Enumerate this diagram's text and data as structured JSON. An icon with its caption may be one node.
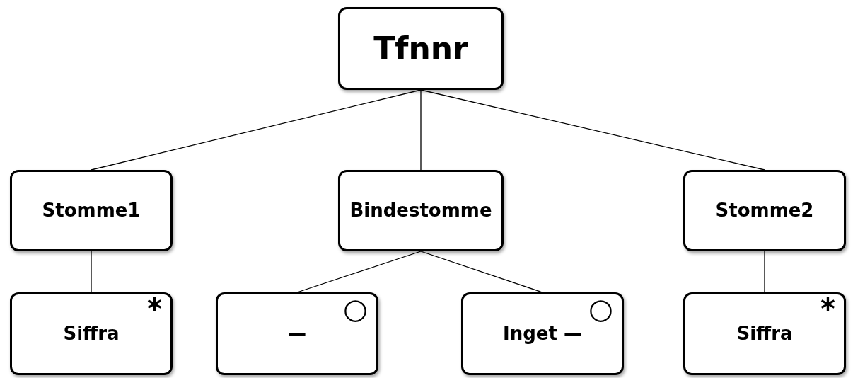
{
  "diagram": {
    "nodes": [
      {
        "text": [
          "Tfnnr"
        ]
      },
      {
        "text": [
          "Stomme1"
        ]
      },
      {
        "text": [
          "Bindestomme"
        ]
      },
      {
        "text": [
          "Stomme2"
        ]
      },
      {
        "text": [
          "Siffra",
          "*"
        ]
      },
      {
        "text": [
          "—",
          "○"
        ]
      },
      {
        "text": [
          "Inget —",
          "○"
        ]
      },
      {
        "text": [
          "Siffra",
          "*"
        ]
      }
    ],
    "edges": [
      {
        "from": 0,
        "to": 1,
        "arrow": "none"
      },
      {
        "from": 0,
        "to": 2,
        "arrow": "none"
      },
      {
        "from": 0,
        "to": 3,
        "arrow": "none"
      },
      {
        "from": 1,
        "to": 4,
        "arrow": "none"
      },
      {
        "from": 2,
        "to": 5,
        "arrow": "none"
      },
      {
        "from": 2,
        "to": 6,
        "arrow": "none"
      },
      {
        "from": 3,
        "to": 7,
        "arrow": "none"
      }
    ]
  }
}
